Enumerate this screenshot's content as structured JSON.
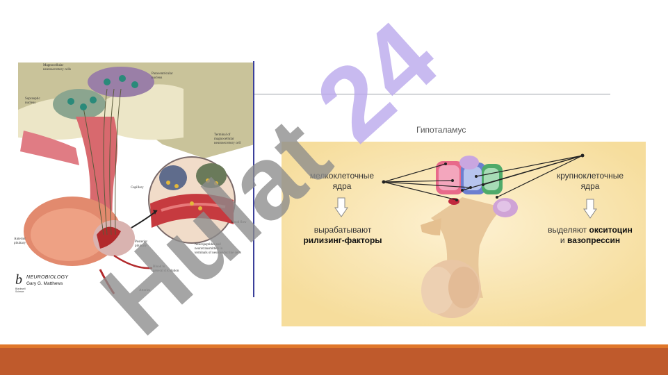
{
  "left_figure": {
    "labels": {
      "magnocellular_neurosecretory": "Magnocellular\nneurosecretory cells",
      "paraventricular": "Paraventricular\nnucleus",
      "supraoptic": "Supraoptic\nnucleus",
      "terminal": "Terminal of\nmagnocellular\nneurosecretory cell",
      "capillary": "Capillary",
      "blood_flow": "Blood flow",
      "anterior_pituitary": "Anterior\npituitary",
      "posterior_pituitary": "Posterior\npituitary",
      "hormones_legend": "Neuropeptides and\nneurotransmitters in\nterminals of neuroendocrine cells",
      "blood_to_circulation": "Blood to\ngeneral circulation",
      "arteries": "Arteries"
    },
    "book": {
      "logo": "b",
      "title": "NEUROBIOLOGY",
      "author": "Gary G. Matthews",
      "publisher": "Blackwell\nScience"
    }
  },
  "right_panel": {
    "title": "Гипоталамус",
    "left_label_line1": "мелкоклеточные",
    "left_label_line2": "ядра",
    "left_action_line1": "вырабатывают",
    "left_action_line2": "рилизинг-факторы",
    "right_label_line1": "крупноклеточные",
    "right_label_line2": "ядра",
    "right_action_prefix": "выделяют",
    "right_action_bold1": "окситоцин",
    "right_action_and": "и",
    "right_action_bold2": "вазопрессин"
  },
  "watermark": {
    "text": "Hulat 24"
  },
  "colors": {
    "bar_thin": "#e0772a",
    "bar_thick": "#bf5a2c",
    "panel_bg": "#f6dd9c",
    "watermark_gray": "#8c8c8c",
    "watermark_violet": "#b9a6ec"
  }
}
